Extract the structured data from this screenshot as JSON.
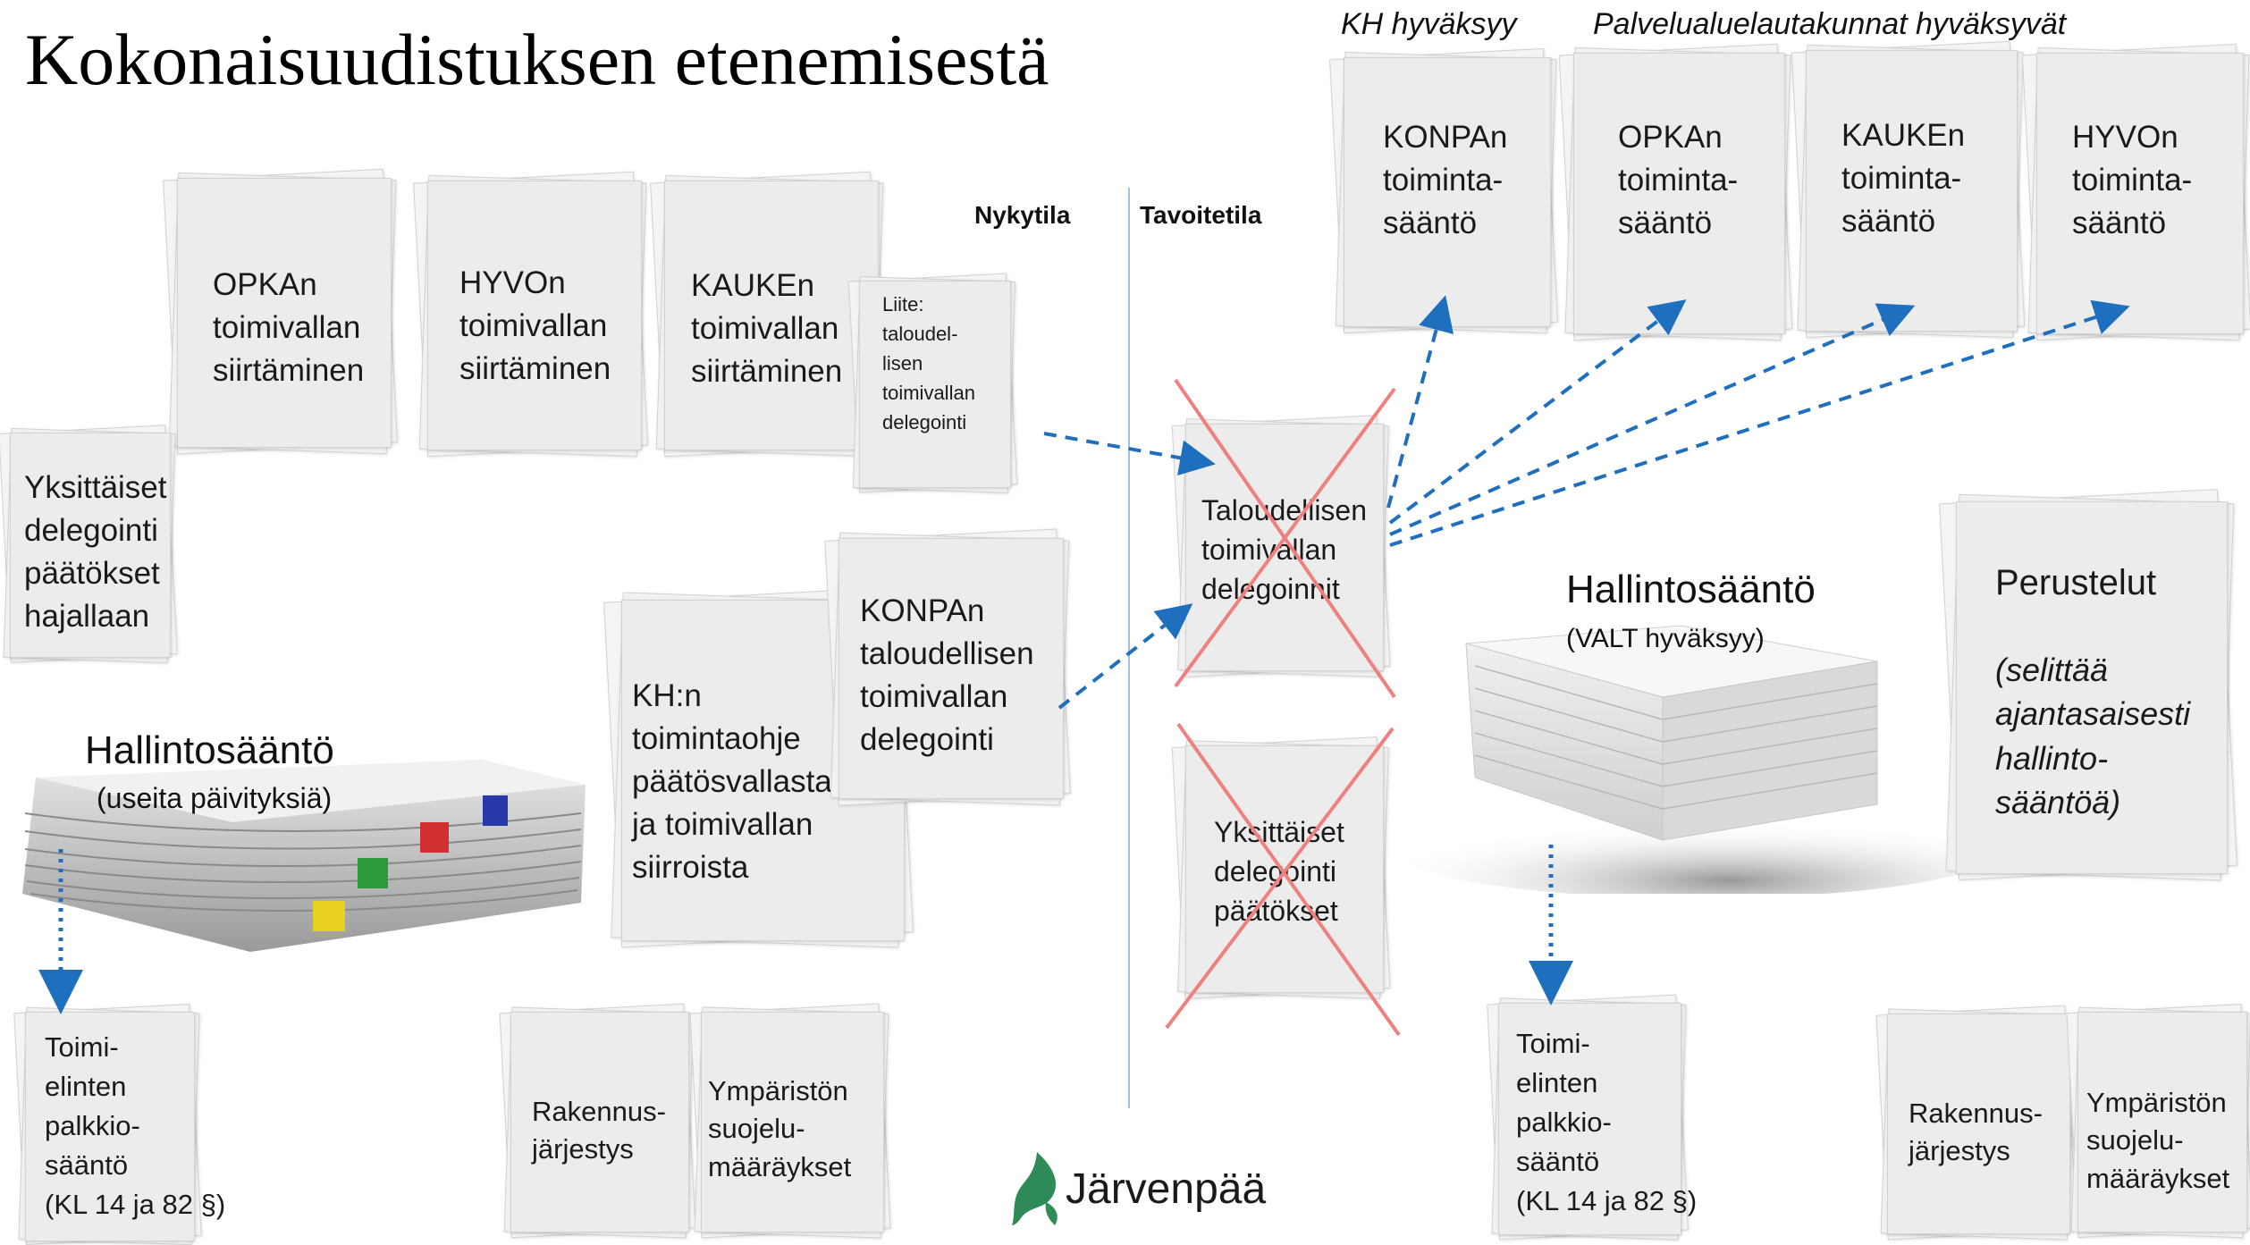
{
  "title": "Kokonaisuudistuksen etenemisestä",
  "top_labels": {
    "kh": "KH hyväksyy",
    "palvelu": "Palvelualuelautakunnat hyväksyvät"
  },
  "columns": {
    "current": "Nykytila",
    "target": "Tavoitetila"
  },
  "docs": {
    "opka_siirto": "OPKAn\ntoimivallan\nsiirtäminen",
    "hyvo_siirto": "HYVOn\ntoimivallan\nsiirtäminen",
    "kauke_siirto": "KAUKEn\ntoimivallan\nsiirtäminen",
    "liite": "Liite:\ntaloudel-\nlisen\ntoimivallan\ndelegointi",
    "yksittaiset": "Yksittäiset\ndelegointi\npäätökset\nhajallaan",
    "kh_ohje": "KH:n\ntoimintaohje\npäätösvallasta\nja toimivallan\nsiirroista",
    "konpa_taloud": "KONPAn\ntaloudellisen\ntoimivallan\ndelegointi",
    "taloud_deleg": "Taloudellisen\ntoimivallan\ndelegoinnit",
    "yksittaiset_target": "Yksittäiset\ndelegointi\npäätökset",
    "konpa_saanto": "KONPAn\ntoiminta-\nsääntö",
    "opka_saanto": "OPKAn\ntoiminta-\nsääntö",
    "kauke_saanto": "KAUKEn\ntoiminta-\nsääntö",
    "hyvo_saanto": "HYVOn\ntoiminta-\nsääntö",
    "palkkio_left": "Toimi-\nelinten\npalkkio-\nsääntö\n(KL 14 ja 82 §)",
    "rakennus_left": "Rakennus-\njärjestys",
    "ymparisto_left": "Ympäristön\nsuojelu-\nmääräykset",
    "palkkio_right": "Toimi-\nelinten\npalkkio-\nsääntö\n(KL 14 ja 82 §)",
    "rakennus_right": "Rakennus-\njärjestys",
    "ymparisto_right": "Ympäristön\nsuojelu-\nmääräykset",
    "perustelut_title": "Perustelut",
    "perustelut_body": "(selittää\najantasaisesti\nhallinto-\nsääntöä)"
  },
  "hallintosaanto_old": {
    "title": "Hallintosääntö",
    "subtitle": "(useita päivityksiä)"
  },
  "hallintosaanto_new": {
    "title": "Hallintosääntö",
    "subtitle": "(VALT hyväksyy)"
  },
  "logo": {
    "name": "Järvenpää",
    "icon": "leaf-drop-icon",
    "color": "#2e8b57"
  },
  "colors": {
    "arrow": "#1f6fbf",
    "cross": "#f08080",
    "divider": "#9ec5df"
  }
}
